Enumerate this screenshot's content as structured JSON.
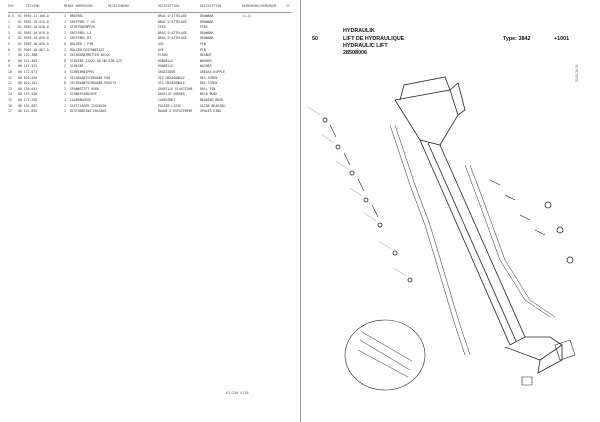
{
  "parts_list": {
    "columns": [
      "POS",
      "TEILENR",
      "MENGE ANMERKUNG",
      "BEZEICHNUNG",
      "DESCRIPTION",
      "DESCRIPTION",
      "BEMERKUNG/REMARQUE",
      "SC"
    ],
    "rows": [
      [
        "0.5",
        "01 5963.11.100.0",
        "1",
        "BROTBEL",
        "BRAS D'ATTELAGE",
        "DRAWBAR",
        "(1-C)"
      ],
      [
        "1",
        "01 5963.10.015.0",
        "1",
        "GRIFFBEL F.SS",
        "BRAS D'ATTELAGE",
        "DRAWBAR",
        ""
      ],
      [
        "2",
        "01 5963.10.016.0",
        "2",
        "STOFFDAEMPFER",
        "FERS",
        "FERS",
        ""
      ],
      [
        "3",
        "01 5963.10.019.0",
        "1",
        "GRIFFBEL LI",
        "BRAS D'ATTELAGE",
        "DRAWBAR",
        ""
      ],
      [
        "4",
        "01 5963.10.020.0",
        "1",
        "GRIFFBEL RI",
        "BRAS D'ATTELAGE",
        "DRAWBAR",
        ""
      ],
      [
        "5",
        "01 5963.10.026.0",
        "6",
        "BOLZEN / PIN",
        "AXE",
        "PIN",
        ""
      ],
      [
        "6",
        "01 5963.10.067.0",
        "1",
        "BOLZEN GESCHWEISST",
        "AXE",
        "PIN",
        ""
      ],
      [
        "7",
        "00",
        "122.388",
        "4",
        "SECHSKANTMUTTER NYLOC",
        "ECROU",
        "HEXNUT",
        ""
      ],
      [
        "8",
        "00",
        "141.483",
        "6",
        "SCHEIBE 13X22.00 UN DIN 125",
        "RONDELLE",
        "WASHER",
        ""
      ],
      [
        "9",
        "00",
        "141.425",
        "2",
        "SCHEIBE",
        "RONDELLE",
        "WASHER",
        ""
      ],
      [
        "10",
        "00",
        "172.071",
        "4",
        "SCHMIERNIPPEL",
        "GRAISSEUR",
        "GREASE NIPPLE",
        ""
      ],
      [
        "11",
        "00",
        "010.050",
        "4",
        "SECHSKANTSCHRAUBE M16",
        "VIS HEXAGONALE",
        "HEX SCREW",
        ""
      ],
      [
        "12",
        "00",
        "010.151",
        "6",
        "SECHSKANTSCHRAUBE M16X75",
        "VIS HEXAGONALE",
        "HEX SCREW",
        ""
      ],
      [
        "13",
        "00",
        "130.041",
        "1",
        "SPANNSTIFT 6X60",
        "GOUPILLE ELASTIQUE",
        "ROLL PIN",
        ""
      ],
      [
        "14",
        "00",
        "153.546",
        "1",
        "SCHWEISSBUCHSE",
        "DOUILLE SOUDEE",
        "WELD BUSH",
        ""
      ],
      [
        "15",
        "00",
        "171.256",
        "1",
        "LAGERBUCHSE",
        "COUSSINET",
        "BEARING BUSH",
        ""
      ],
      [
        "16",
        "00",
        "152.087",
        "1",
        "GLEITLAGER 25X28X20",
        "PALIER LISSE",
        "SLIDE BEARING",
        ""
      ],
      [
        "17",
        "00",
        "141.850",
        "1",
        "DISTANZRING 28X38X5",
        "BAGUE D'ESPACEMENT",
        "SPACER RING",
        ""
      ]
    ],
    "page_number": "01/250 4/10"
  },
  "header": {
    "section": "50",
    "title_de": "HYDRAULIK",
    "title_fr": "LIFT DE HYDRAULIQUE",
    "title_en": "HYDRAULIC LIFT",
    "drawing_no": "28508006",
    "type_label": "Type: 3842",
    "type_suffix": "+1001",
    "side_date": "2005-09-06"
  },
  "colors": {
    "line": "#222222",
    "rule": "#999999"
  }
}
